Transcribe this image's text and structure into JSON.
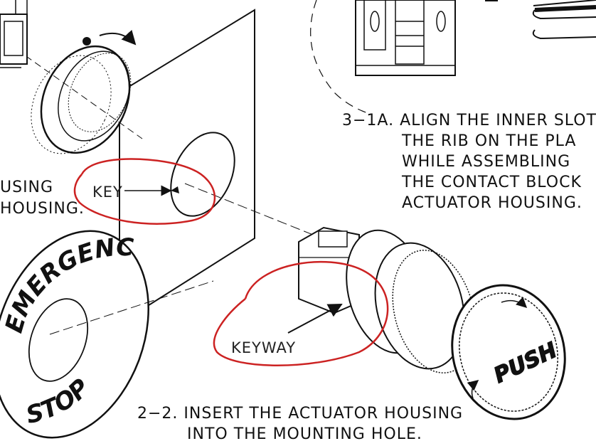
{
  "callouts": {
    "key": "KEY",
    "keyway": "KEYWAY"
  },
  "steps": {
    "s31a": {
      "line1": "3−1A. ALIGN THE INNER SLOT",
      "line2": "THE RIB ON THE PLA",
      "line3": "WHILE ASSEMBLING",
      "line4": "THE CONTACT BLOCK",
      "line5": "ACTUATOR HOUSING."
    },
    "s22": {
      "line1": "2−2. INSERT THE ACTUATOR HOUSING",
      "line2": "INTO THE MOUNTING HOLE."
    },
    "left_partial": {
      "line1": "USING",
      "line2": "HOUSING."
    }
  },
  "legend_plate": {
    "top": "EMERGENCY",
    "bottom": "STOP"
  },
  "button_cap": "PUSH",
  "colors": {
    "ink": "#111111",
    "annotation": "#cc2222",
    "background": "#ffffff"
  }
}
